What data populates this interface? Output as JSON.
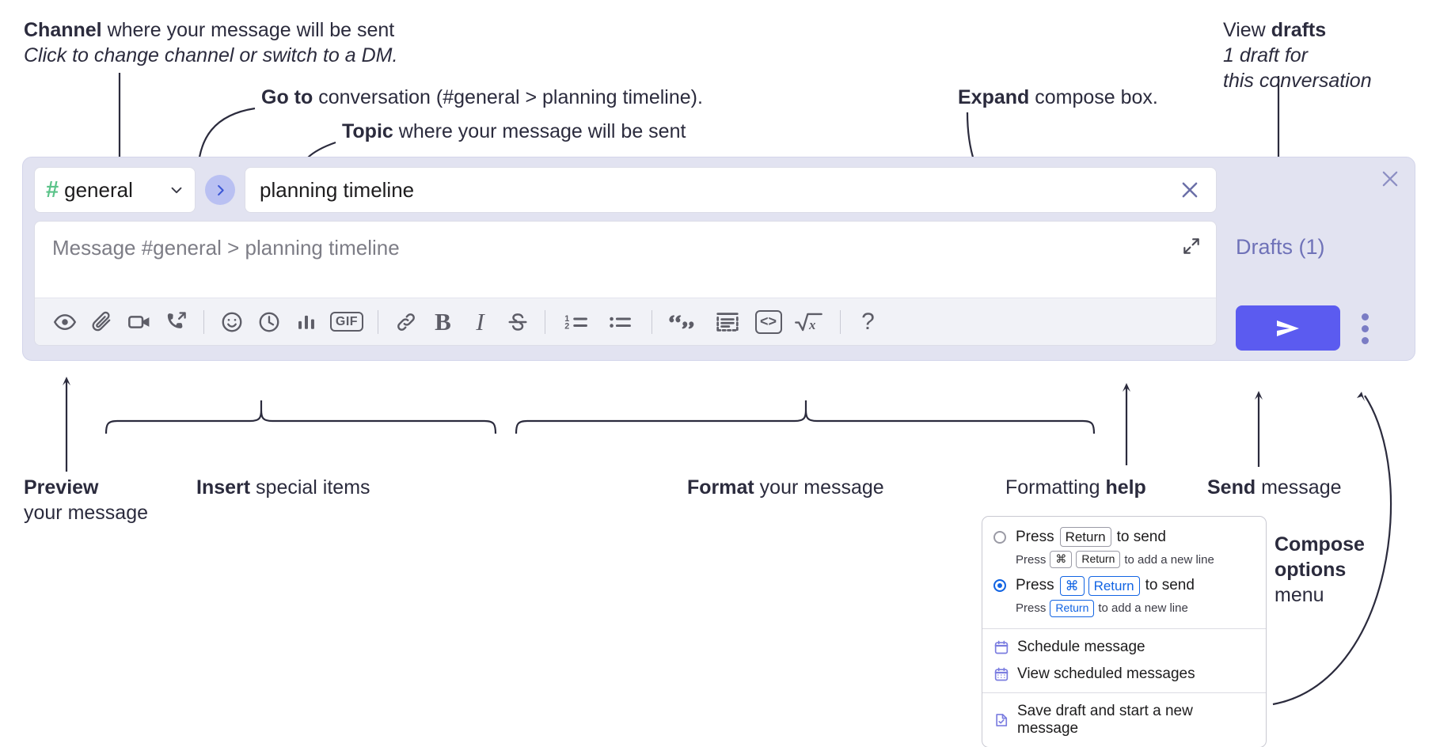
{
  "annotations": {
    "channel": {
      "bold": "Channel",
      "rest": " where your message will be sent",
      "italic": "Click to change channel or switch to a DM."
    },
    "goto": {
      "bold": "Go to",
      "rest": " conversation (#general > planning timeline)."
    },
    "topic": {
      "bold": "Topic",
      "rest": " where your message will be sent"
    },
    "expand": {
      "bold": "Expand",
      "rest": " compose box."
    },
    "drafts": {
      "lead": "View ",
      "bold": "drafts",
      "italic1": "1 draft for",
      "italic2": "this conversation"
    },
    "preview": {
      "bold": "Preview",
      "rest": "your message"
    },
    "insert": {
      "bold": "Insert",
      "rest": " special items"
    },
    "format": {
      "bold": "Format",
      "rest": " your message"
    },
    "formatting_help": {
      "lead": "Formatting ",
      "bold": "help"
    },
    "send": {
      "bold": "Send",
      "rest": " message"
    },
    "compose_options": {
      "bold1": "Compose",
      "bold2": "options",
      "rest": "menu"
    }
  },
  "compose": {
    "channel_name": "general",
    "channel_hash": "#",
    "topic_value": "planning timeline",
    "message_placeholder": "Message #general > planning timeline",
    "drafts_label": "Drafts (1)",
    "toolbar": [
      {
        "name": "preview-icon",
        "label": "Preview"
      },
      {
        "name": "attachment-icon",
        "label": "Attach file"
      },
      {
        "name": "video-icon",
        "label": "Record video clip"
      },
      {
        "name": "phone-icon",
        "label": "Call"
      },
      {
        "name": "divider",
        "label": ""
      },
      {
        "name": "emoji-icon",
        "label": "Emoji"
      },
      {
        "name": "clock-icon",
        "label": "Reminder"
      },
      {
        "name": "poll-icon",
        "label": "Poll"
      },
      {
        "name": "gif-icon",
        "label": "GIF"
      },
      {
        "name": "divider",
        "label": ""
      },
      {
        "name": "link-icon",
        "label": "Link"
      },
      {
        "name": "bold-icon",
        "label": "B"
      },
      {
        "name": "italic-icon",
        "label": "I"
      },
      {
        "name": "strikethrough-icon",
        "label": "Strikethrough"
      },
      {
        "name": "divider",
        "label": ""
      },
      {
        "name": "ordered-list-icon",
        "label": "Ordered list"
      },
      {
        "name": "bulleted-list-icon",
        "label": "Bulleted list"
      },
      {
        "name": "divider",
        "label": ""
      },
      {
        "name": "blockquote-icon",
        "label": "Blockquote"
      },
      {
        "name": "code-block-icon",
        "label": "Code block"
      },
      {
        "name": "inline-code-icon",
        "label": "Code"
      },
      {
        "name": "math-icon",
        "label": "Math"
      },
      {
        "name": "divider",
        "label": ""
      },
      {
        "name": "help-icon",
        "label": "?"
      }
    ]
  },
  "menu": {
    "option1": {
      "pre": "Press",
      "key": "Return",
      "post": "to send",
      "sub_pre": "Press",
      "sub_key1": "⌘",
      "sub_key2": "Return",
      "sub_post": "to add a new line",
      "selected": false
    },
    "option2": {
      "pre": "Press",
      "key1": "⌘",
      "key2": "Return",
      "post": "to send",
      "sub_pre": "Press",
      "sub_key": "Return",
      "sub_post": "to add a new line",
      "selected": true
    },
    "items": [
      {
        "icon": "calendar-icon",
        "label": "Schedule message"
      },
      {
        "icon": "calendar-grid-icon",
        "label": "View scheduled messages"
      },
      {
        "icon": "save-draft-icon",
        "label": "Save draft and start a new message"
      }
    ]
  },
  "colors": {
    "panel_bg": "#e2e3f1",
    "accent_send": "#5b5bf0",
    "channel_hash_green": "#5bc389",
    "drafts_purple": "#6f72b8",
    "goto_blue": "#3c57d6",
    "menu_blue": "#1264e3"
  }
}
